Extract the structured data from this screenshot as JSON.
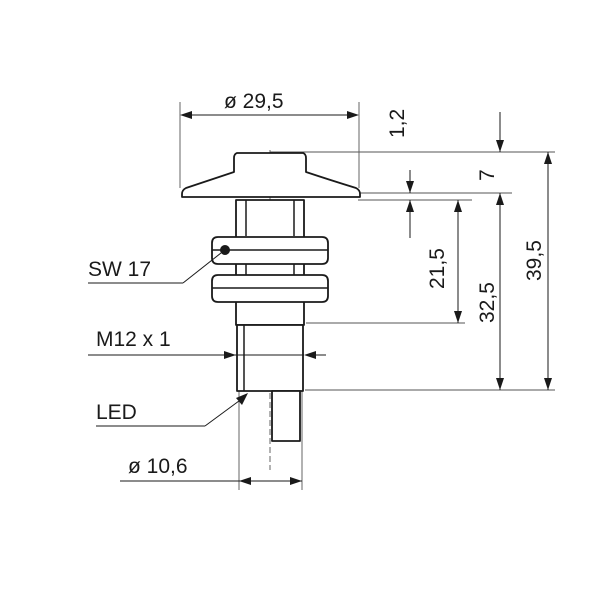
{
  "dimensions": {
    "head_diameter": "ø 29,5",
    "head_lip": "1,2",
    "head_height": "7",
    "total_length": "39,5",
    "thread_length": "21,5",
    "body_length": "32,5",
    "wrench_size": "SW 17",
    "thread": "M12 x 1",
    "led": "LED",
    "body_diameter": "ø 10,6"
  },
  "colors": {
    "ink": "#1a1a1a",
    "background": "#ffffff"
  }
}
